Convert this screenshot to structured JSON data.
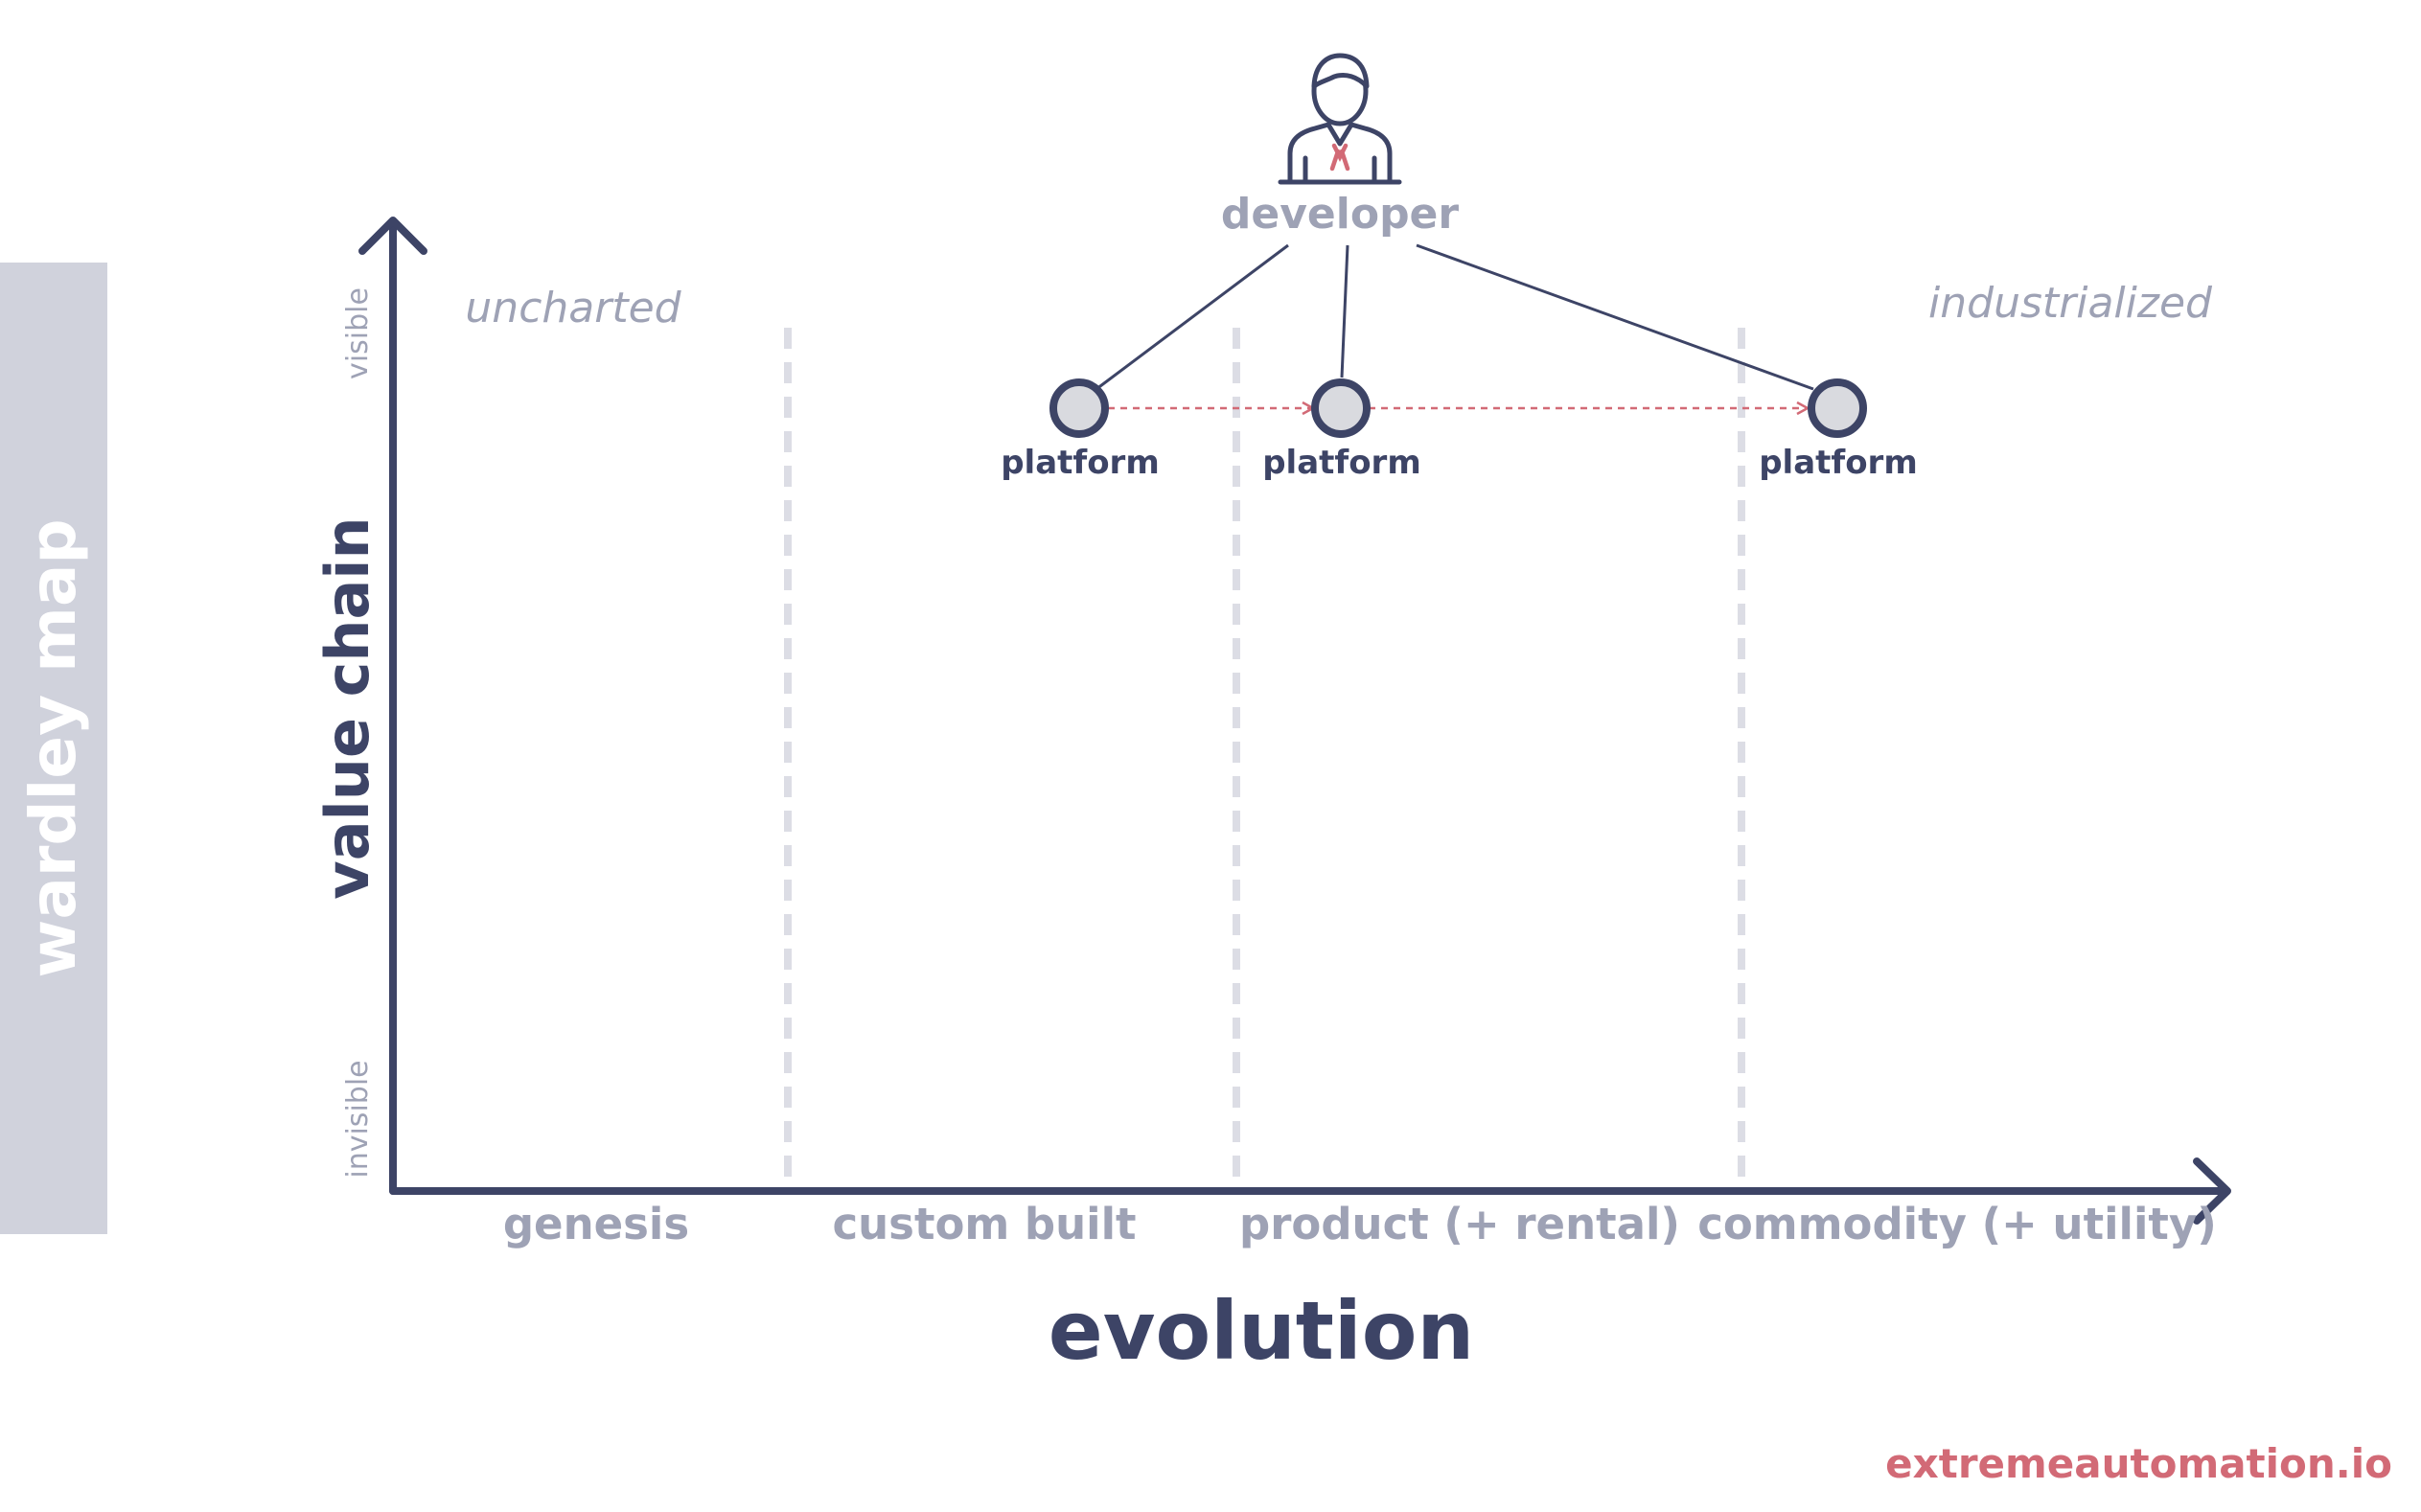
{
  "side_band": {
    "label": "wardley map"
  },
  "axes": {
    "y_title": "value chain",
    "x_title": "evolution",
    "y_top_label": "visible",
    "y_bottom_label": "invisible"
  },
  "stages": [
    "genesis",
    "custom built",
    "product (+ rental)",
    "commodity (+ utility)"
  ],
  "regions": {
    "left": "uncharted",
    "right": "industrialized"
  },
  "anchor": {
    "label": "developer",
    "icon": "person-icon"
  },
  "components": [
    {
      "label": "platform"
    },
    {
      "label": "platform"
    },
    {
      "label": "platform"
    }
  ],
  "footer": {
    "link_text": "extremeautomation.io"
  },
  "colors": {
    "axis": "#3d4466",
    "muted_text": "#9ea2b5",
    "side_band": "#d0d2dc",
    "stage_divider": "#dcdde5",
    "node_fill": "#d9dadf",
    "evolution_arrow": "#d26a76",
    "accent": "#d26a76"
  }
}
